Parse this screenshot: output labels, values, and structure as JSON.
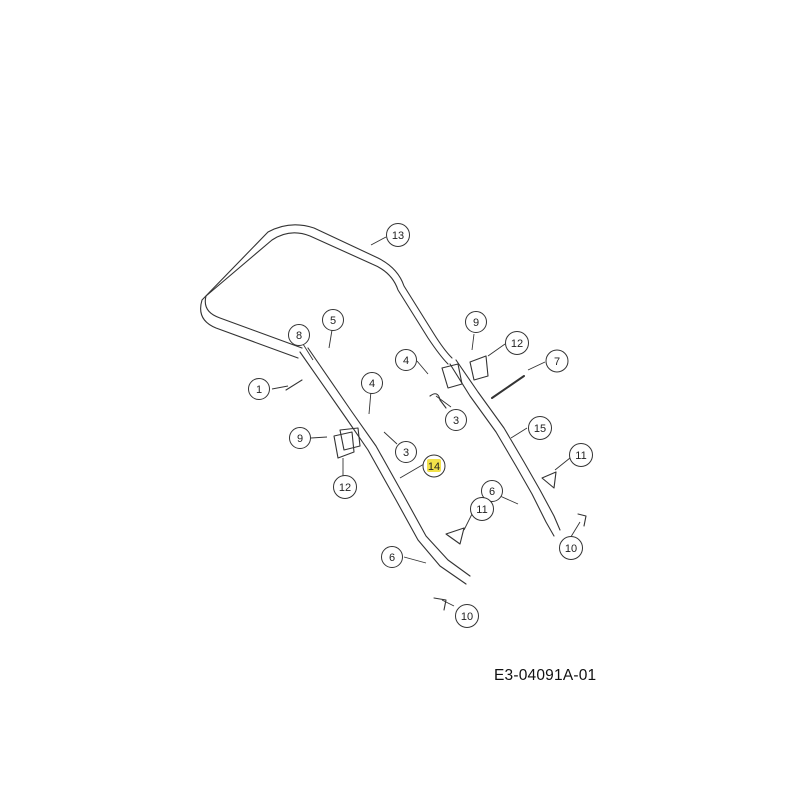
{
  "drawing_code": "E3-04091A-01",
  "highlight_color": "#f2e14a",
  "callouts": [
    {
      "id": "c13",
      "label": "13"
    },
    {
      "id": "c5",
      "label": "5"
    },
    {
      "id": "c8",
      "label": "8"
    },
    {
      "id": "c1",
      "label": "1"
    },
    {
      "id": "c4a",
      "label": "4"
    },
    {
      "id": "c9a",
      "label": "9"
    },
    {
      "id": "c3a",
      "label": "3"
    },
    {
      "id": "c12a",
      "label": "12"
    },
    {
      "id": "c14",
      "label": "14",
      "highlighted": true
    },
    {
      "id": "c6a",
      "label": "6"
    },
    {
      "id": "c10a",
      "label": "10"
    },
    {
      "id": "c9b",
      "label": "9"
    },
    {
      "id": "c12b",
      "label": "12"
    },
    {
      "id": "c4b",
      "label": "4"
    },
    {
      "id": "c7",
      "label": "7"
    },
    {
      "id": "c3b",
      "label": "3"
    },
    {
      "id": "c15",
      "label": "15"
    },
    {
      "id": "c11a",
      "label": "11"
    },
    {
      "id": "c6b",
      "label": "6"
    },
    {
      "id": "c11b",
      "label": "11"
    },
    {
      "id": "c10b",
      "label": "10"
    }
  ]
}
